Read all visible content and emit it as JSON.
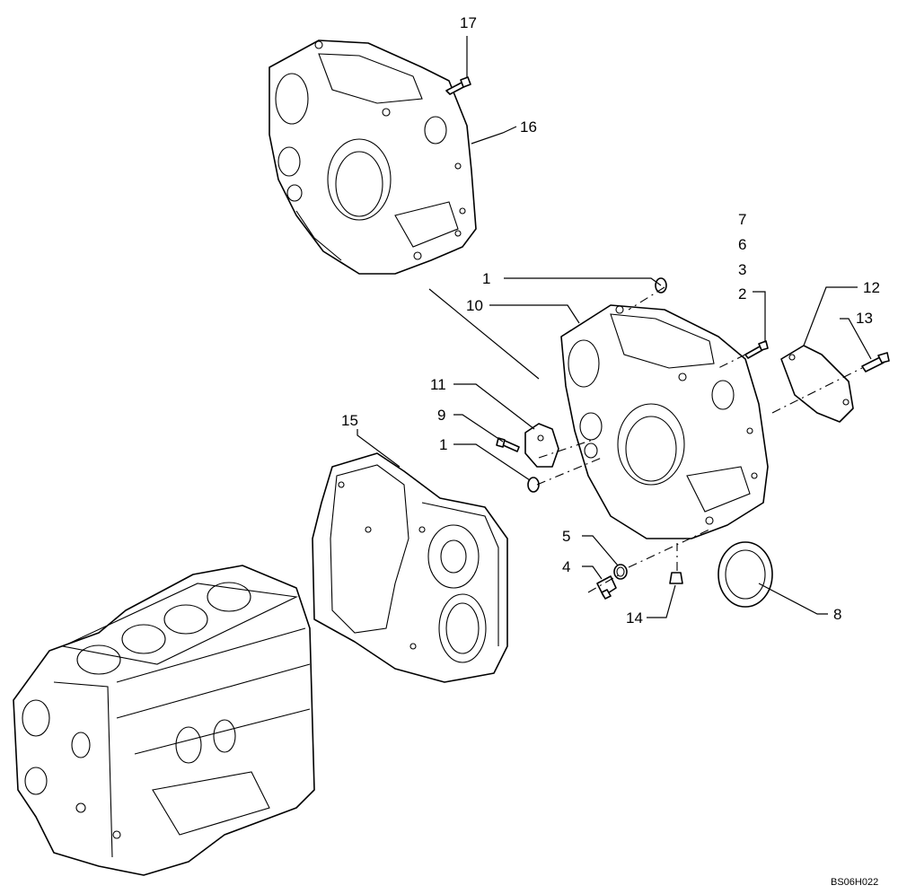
{
  "callouts": [
    "17",
    "16",
    "7",
    "6",
    "3",
    "2",
    "12",
    "13",
    "1",
    "10",
    "11",
    "9",
    "1",
    "15",
    "5",
    "4",
    "14",
    "8"
  ],
  "drawing_code": "BS06H022"
}
